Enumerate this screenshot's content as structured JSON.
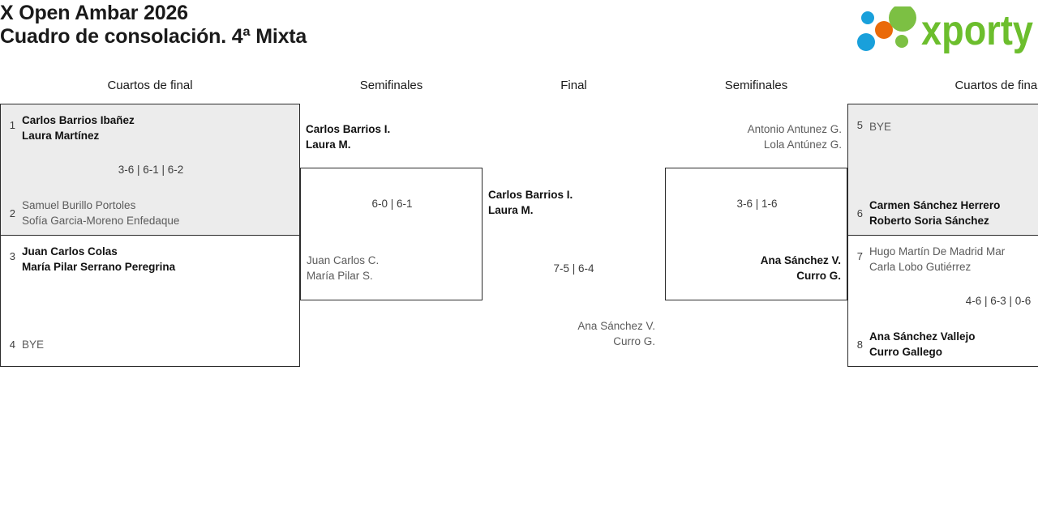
{
  "header": {
    "tournament": "X Open Ambar 2026",
    "draw": "Cuadro de consolación. 4ª Mixta",
    "logo_text": "xporty",
    "logo_colors": {
      "green": "#6cbe2d",
      "blue": "#19a0db",
      "orange": "#ea6a09"
    }
  },
  "columns": [
    {
      "label": "Cuartos de final"
    },
    {
      "label": "Semifinales"
    },
    {
      "label": "Final"
    },
    {
      "label": "Semifinales"
    },
    {
      "label": "Cuartos de final"
    }
  ],
  "bracket": {
    "left_quarterfinals": [
      {
        "top": {
          "seed": "1",
          "player1": "Carlos Barrios Ibañez",
          "player2": "Laura Martínez",
          "winner": true
        },
        "bottom": {
          "seed": "2",
          "player1": "Samuel Burillo Portoles",
          "player2": "Sofía Garcia-Moreno Enfedaque",
          "winner": false
        },
        "score": "3-6 | 6-1 | 6-2",
        "shaded": true
      },
      {
        "top": {
          "seed": "3",
          "player1": "Juan Carlos Colas",
          "player2": "María Pilar Serrano Peregrina",
          "winner": true
        },
        "bottom": {
          "seed": "4",
          "player1": "BYE",
          "player2": "",
          "winner": false
        },
        "score": "",
        "shaded": false
      }
    ],
    "left_semifinal": {
      "top": {
        "player1": "Carlos Barrios I.",
        "player2": "Laura M.",
        "winner": true
      },
      "bottom": {
        "player1": "Juan Carlos C.",
        "player2": "María Pilar S.",
        "winner": false
      },
      "score": "6-0 | 6-1"
    },
    "final": {
      "top": {
        "player1": "Carlos Barrios I.",
        "player2": "Laura M.",
        "winner": true
      },
      "bottom": {
        "player1": "Ana Sánchez V.",
        "player2": "Curro G.",
        "winner": false
      },
      "score": "7-5 | 6-4"
    },
    "right_semifinal": {
      "top": {
        "player1": "Antonio Antunez G.",
        "player2": "Lola Antúnez G.",
        "winner": false
      },
      "bottom": {
        "player1": "Ana Sánchez V.",
        "player2": "Curro G.",
        "winner": true
      },
      "score": "3-6 | 1-6"
    },
    "right_quarterfinals": [
      {
        "top": {
          "seed": "5",
          "player1": "BYE",
          "player2": "",
          "winner": false
        },
        "bottom": {
          "seed": "6",
          "player1": "Carmen Sánchez Herrero",
          "player2": "Roberto Soria Sánchez",
          "winner": true
        },
        "score": "",
        "shaded": true
      },
      {
        "top": {
          "seed": "7",
          "player1": "Hugo Martín De Madrid Mar",
          "player2": "Carla Lobo Gutiérrez",
          "winner": false
        },
        "bottom": {
          "seed": "8",
          "player1": "Ana Sánchez Vallejo",
          "player2": "Curro Gallego",
          "winner": true
        },
        "score": "4-6 | 6-3 | 0-6",
        "shaded": false
      }
    ]
  }
}
